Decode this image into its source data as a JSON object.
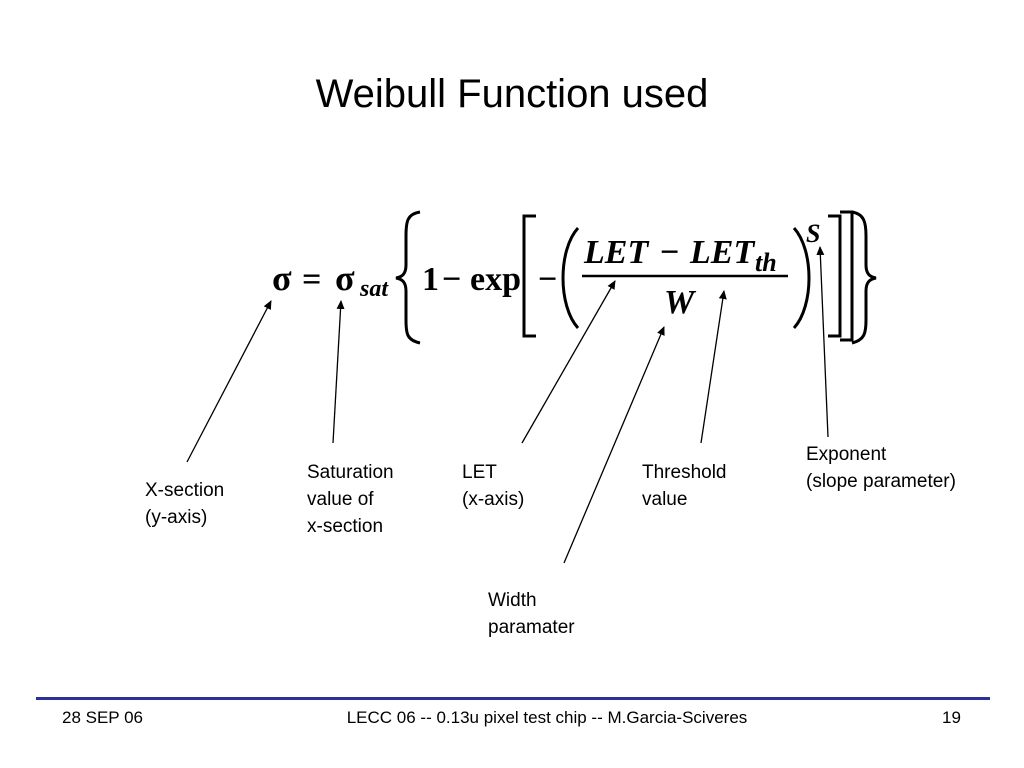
{
  "slide": {
    "title": "Weibull Function used"
  },
  "equation": {
    "sigma": "σ",
    "equals": "=",
    "sigma_sat": "σ",
    "sat": "sat",
    "one": "1",
    "minus1": "−",
    "exp": "exp",
    "minus2": "−",
    "let": "LET",
    "minus3": "−",
    "let_th": "LET",
    "th": "th",
    "w": "W",
    "s": "S"
  },
  "labels": {
    "x_section": [
      "X-section",
      "(y-axis)"
    ],
    "saturation": [
      "Saturation",
      "value of",
      "x-section"
    ],
    "let": [
      "LET",
      "(x-axis)"
    ],
    "width": [
      "Width",
      "paramater"
    ],
    "threshold": [
      "Threshold",
      "value"
    ],
    "exponent": [
      "Exponent",
      "(slope parameter)"
    ]
  },
  "footer": {
    "date": "28 SEP 06",
    "center": "LECC 06 -- 0.13u pixel test chip -- M.Garcia-Sciveres",
    "page": "19"
  },
  "colors": {
    "footer_rule": "#2e2e9a",
    "text": "#000000"
  }
}
